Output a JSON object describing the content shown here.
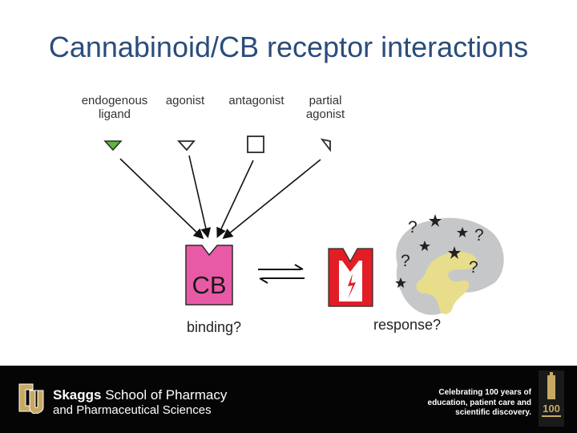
{
  "title": "Cannabinoid/CB receptor interactions",
  "ligands": {
    "endogenous_line1": "endogenous",
    "endogenous_line2": "ligand",
    "agonist": "agonist",
    "antagonist": "antagonist",
    "partial_line1": "partial",
    "partial_line2": "agonist"
  },
  "receptor_label": "CB",
  "binding_label": "binding?",
  "response_label": "response?",
  "question_mark": "?",
  "colors": {
    "title": "#2a4d7a",
    "receptor": "#e95aa6",
    "active_receptor": "#e11e26",
    "endogenous_ligand": "#5db83a",
    "brain": "#c6c7c9",
    "brain_core": "#e8dd8a",
    "footer_bg": "#050505",
    "logo_gold": "#c8a964"
  },
  "footer": {
    "school_bold": "Skaggs",
    "school_rest": " School of Pharmacy",
    "school_line2": "and Pharmaceutical Sciences",
    "right_line1": "Celebrating 100 years of",
    "right_line2": "education, patient care and",
    "right_line3": "scientific discovery.",
    "badge_number": "100"
  },
  "icons": [
    "cu-logo-icon",
    "star-icon",
    "question-mark-icon",
    "lightning-icon",
    "brain-icon",
    "anniversary-badge-icon"
  ]
}
